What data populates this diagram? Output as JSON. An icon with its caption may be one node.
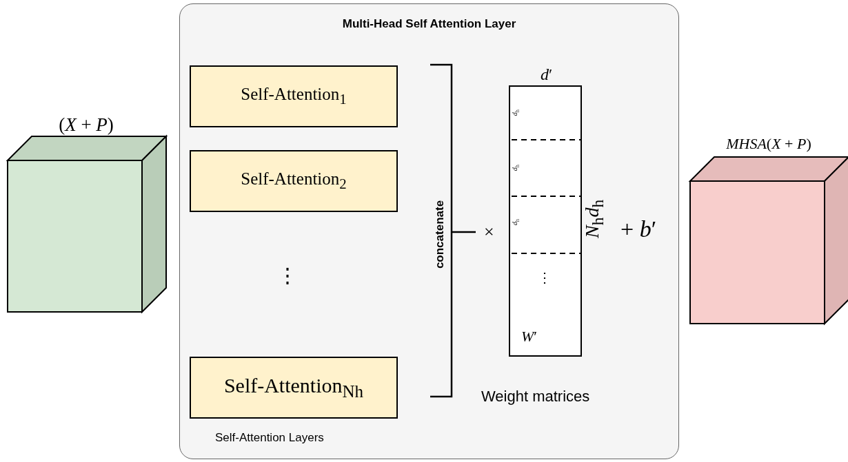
{
  "diagram": {
    "nodes": [
      {
        "text": [
          "(*X* + *P*)"
        ]
      },
      {
        "text": [
          "Multi-Head Self Attention Layer"
        ]
      },
      {
        "text": [
          "Self-Attention$_{1}$"
        ],
        "in": 1
      },
      {
        "text": [
          "Self-Attention$_{2}$"
        ],
        "in": 1
      },
      {
        "text": [
          "Self-Attention$_{N}$$_{h}$"
        ],
        "in": 1
      },
      {
        "text": [
          "*W*′"
        ],
        "in": 1,
        "beside": [
          "*d*′",
          "*N*$_{h}$*d*$_{h}$"
        ]
      },
      {
        "text": [
          "*MHSA*(*X* + *P*)"
        ]
      }
    ],
    "labels": [
      "concatenate",
      "×",
      "*d*$_{h}$",
      "*d*$_{h}$",
      "*d*$_{h}$",
      "+ *b*′",
      "⋮",
      "⋮",
      "Self-Attention Layers",
      "Weight matrices"
    ]
  }
}
